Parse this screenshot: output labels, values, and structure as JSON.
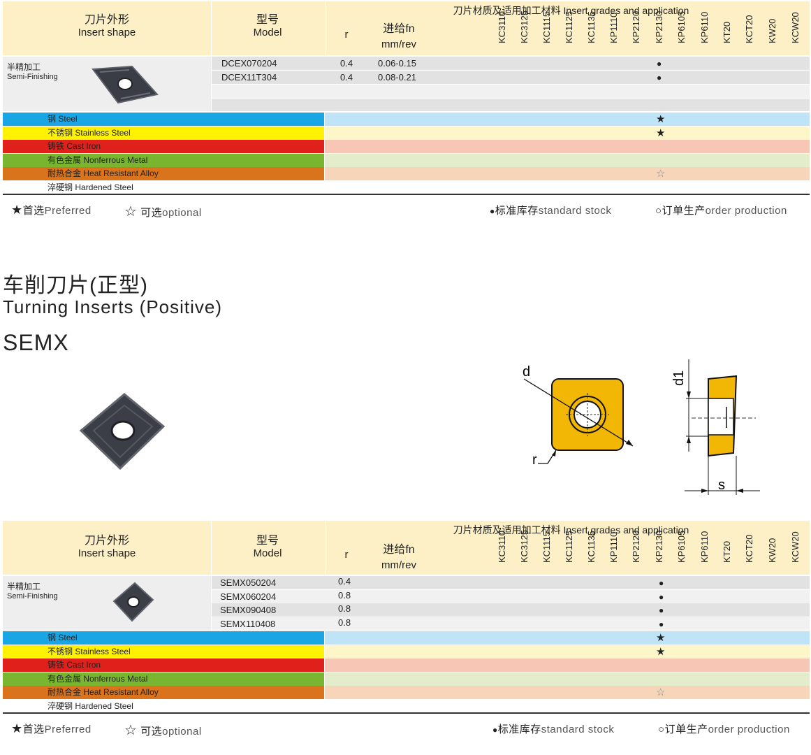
{
  "table_header": {
    "shape_cn": "刀片外形",
    "shape_en": "Insert shape",
    "model_cn": "型号",
    "model_en": "Model",
    "r": "r",
    "feed_cn": "进给fn",
    "feed_unit": "mm/rev",
    "grades_title": "刀片材质及适用加工材料 Insert grades and application",
    "grades": [
      "KC3110",
      "KC3125",
      "KC1115",
      "KC1125",
      "KC1135",
      "KP1110",
      "KP2120",
      "KP2130",
      "KP6105",
      "KP6110",
      "KT20",
      "KCT20",
      "KW20",
      "KCW20"
    ]
  },
  "section1": {
    "label_cn": "半精加工",
    "label_en": "Semi-Finishing",
    "rows": [
      {
        "model": "DCEX070204",
        "r": "0.4",
        "feed": "0.06-0.15",
        "stock": "●"
      },
      {
        "model": "DCEX11T304",
        "r": "0.4",
        "feed": "0.08-0.21",
        "stock": "●"
      }
    ]
  },
  "section2": {
    "label_cn": "半精加工",
    "label_en": "Semi-Finishing",
    "rows": [
      {
        "model": "SEMX050204",
        "r": "0.4",
        "stock": "●"
      },
      {
        "model": "SEMX060204",
        "r": "0.8",
        "stock": "●"
      },
      {
        "model": "SEMX090408",
        "r": "0.8",
        "stock": "●"
      },
      {
        "model": "SEMX110408",
        "r": "0.8",
        "stock": "●"
      }
    ]
  },
  "materials": [
    {
      "cn": "钢",
      "en": "Steel",
      "label_color": "#1aa6e4",
      "row_color": "#bfe3f7",
      "symbol": "★"
    },
    {
      "cn": "不锈钢",
      "en": "Stainless Steel",
      "label_color": "#fff200",
      "row_color": "#fdf6c9",
      "symbol": "★"
    },
    {
      "cn": "铸铁",
      "en": "Cast Iron",
      "label_color": "#e0201a",
      "row_color": "#f7c6b4",
      "symbol": ""
    },
    {
      "cn": "有色金属",
      "en": "Nonferrous Metal",
      "label_color": "#7ab52f",
      "row_color": "#e3edcc",
      "symbol": ""
    },
    {
      "cn": "耐热合金",
      "en": "Heat Resistant Alloy",
      "label_color": "#d9731c",
      "row_color": "#f6d5b8",
      "symbol": "☆"
    },
    {
      "cn": "淬硬钢",
      "en": "Hardened Steel",
      "label_color": "#ffffff",
      "row_color": "#ffffff",
      "symbol": ""
    }
  ],
  "legend": {
    "preferred_symbol": "★",
    "preferred_cn": "首选",
    "preferred_en": "Preferred",
    "optional_symbol": "☆",
    "optional_cn": "可选",
    "optional_en": "optional",
    "stock_symbol": "●",
    "stock_cn": "标准库存",
    "stock_en": "standard stock",
    "order_symbol": "○",
    "order_cn": "订单生产",
    "order_en": "order production"
  },
  "titles": {
    "cn": "车削刀片(正型)",
    "en": "Turning Inserts (Positive)",
    "code": "SEMX"
  },
  "diagram_labels": {
    "d": "d",
    "r": "r",
    "d1": "d1",
    "s": "s"
  }
}
